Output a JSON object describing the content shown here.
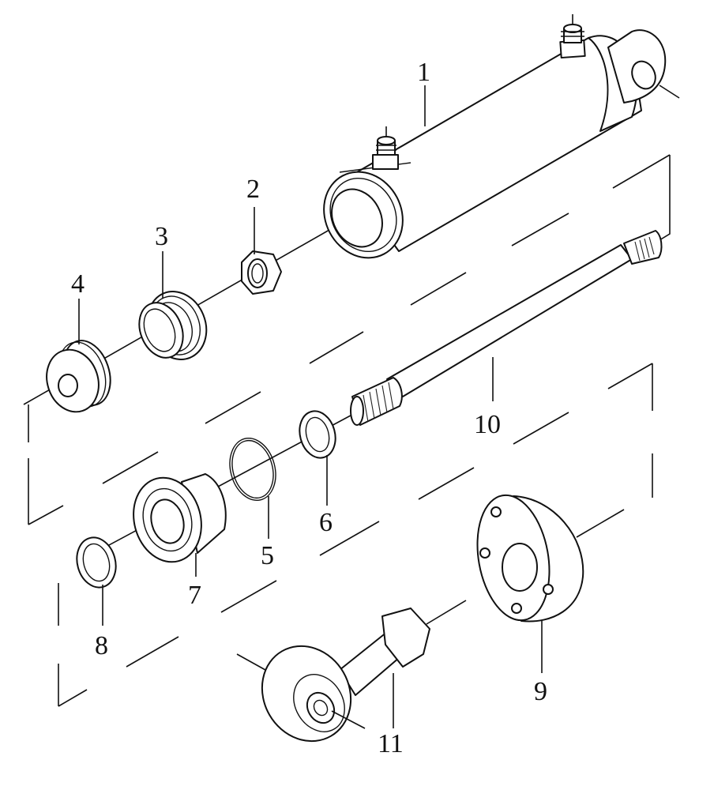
{
  "callouts": [
    {
      "id": "1",
      "text": "1"
    },
    {
      "id": "2",
      "text": "2"
    },
    {
      "id": "3",
      "text": "3"
    },
    {
      "id": "4",
      "text": "4"
    },
    {
      "id": "5",
      "text": "5"
    },
    {
      "id": "6",
      "text": "6"
    },
    {
      "id": "7",
      "text": "7"
    },
    {
      "id": "8",
      "text": "8"
    },
    {
      "id": "9",
      "text": "9"
    },
    {
      "id": "10",
      "text": "10"
    },
    {
      "id": "11",
      "text": "11"
    }
  ],
  "colors": {
    "line": "#111111",
    "background": "#ffffff"
  }
}
